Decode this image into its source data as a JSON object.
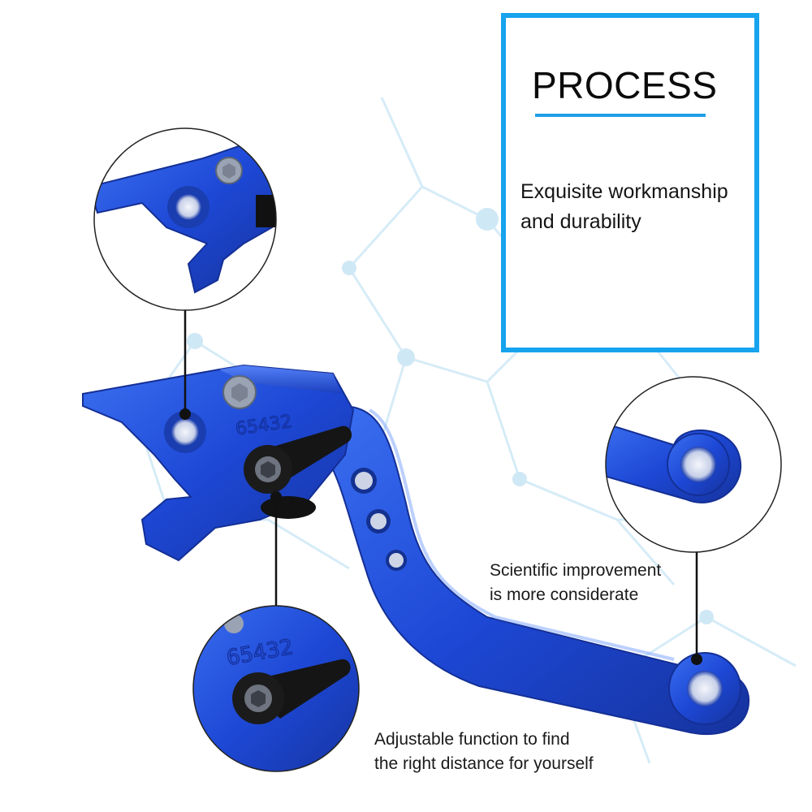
{
  "process": {
    "title": "PROCESS",
    "description_line1": "Exquisite workmanship",
    "description_line2": "and durability"
  },
  "callouts": {
    "scientific_line1": "Scientific improvement",
    "scientific_line2": "is more considerate",
    "adjustable_line1": "Adjustable function to find",
    "adjustable_line2": "the right distance for yourself"
  },
  "lever": {
    "engraving": "65432",
    "color": "#1f4ed8"
  },
  "colors": {
    "accent_border": "#17a3ee",
    "network_lines": "#d6ecf7",
    "callout_line": "#111111"
  }
}
